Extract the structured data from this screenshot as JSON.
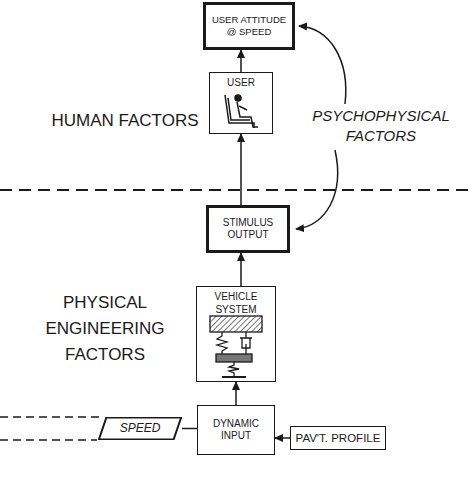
{
  "diagram": {
    "nodes": [
      {
        "text": [
          "USER ATTITUDE @ SPEED"
        ]
      },
      {
        "text": [
          "USER"
        ]
      },
      {
        "text": [
          "STIMULUS OUTPUT"
        ]
      },
      {
        "text": [
          "VEHICLE SYSTEM"
        ]
      },
      {
        "text": [
          "DYNAMIC INPUT"
        ]
      },
      {
        "text": [
          "PAV'T. PROFILE"
        ]
      },
      {
        "text": [
          "SPEED"
        ]
      }
    ],
    "edges": [
      {
        "from": 4,
        "to": 3,
        "arrow": "to"
      },
      {
        "from": 3,
        "to": 2,
        "arrow": "to"
      },
      {
        "from": 2,
        "to": 1,
        "arrow": "to"
      },
      {
        "from": 1,
        "to": 0,
        "arrow": "to"
      },
      {
        "from": 5,
        "to": 4,
        "arrow": "to"
      },
      {
        "from": 6,
        "to": 4,
        "arrow": "none"
      }
    ],
    "labels": [
      "HUMAN FACTORS",
      "PHYSICAL ENGINEERING FACTORS",
      "PSYCHOPHYSICAL FACTORS"
    ]
  }
}
